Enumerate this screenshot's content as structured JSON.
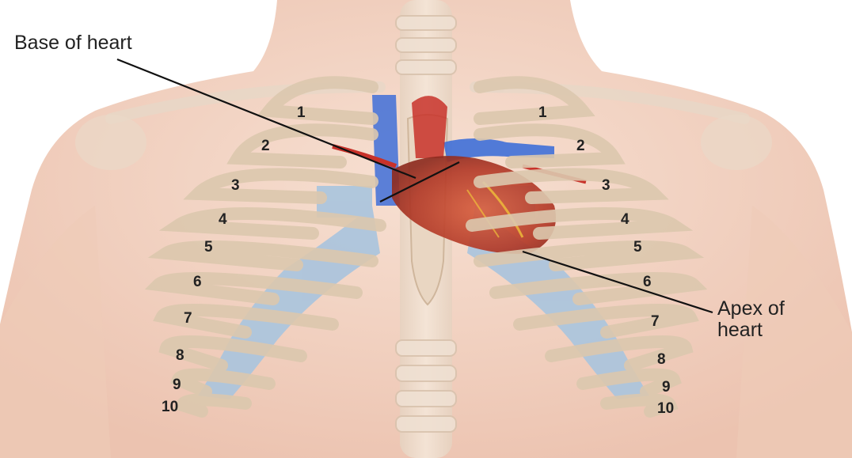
{
  "labels": {
    "base": "Base of heart",
    "apex_line1": "Apex of",
    "apex_line2": "heart"
  },
  "ribs": {
    "left": [
      "1",
      "2",
      "3",
      "4",
      "5",
      "6",
      "7",
      "8",
      "9",
      "10"
    ],
    "right": [
      "1",
      "2",
      "3",
      "4",
      "5",
      "6",
      "7",
      "8",
      "9",
      "10"
    ]
  },
  "colors": {
    "skin": "#f2d2c2",
    "bone": "#dcc8ae",
    "cartilage": "#a9c4de",
    "vein": "#3f6fd8",
    "artery": "#c8322a",
    "heart": "#b8402e"
  }
}
